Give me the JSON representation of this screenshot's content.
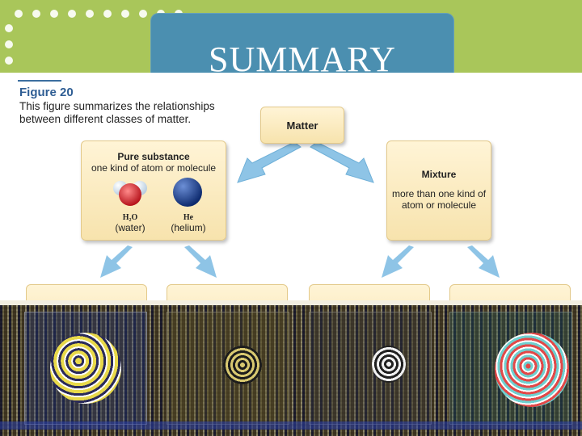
{
  "slide": {
    "title": "SUMMARY"
  },
  "figure": {
    "label": "Figure 20",
    "caption": "This figure summarizes the relationships between different classes of matter."
  },
  "diagram": {
    "matter": {
      "label": "Matter"
    },
    "pure_substance": {
      "title": "Pure substance",
      "description": "one kind of atom or molecule",
      "examples": [
        {
          "formula": "H₂O",
          "name": "(water)"
        },
        {
          "formula": "He",
          "name": "(helium)"
        }
      ]
    },
    "mixture": {
      "title": "Mixture",
      "description": "more than one kind of atom or molecule"
    }
  },
  "colors": {
    "background_green": "#a9c65a",
    "title_blue": "#4b8fb0",
    "box_fill": "#fff4d6",
    "arrow_blue": "#8ec4e6",
    "figure_label": "#2f5e94"
  }
}
